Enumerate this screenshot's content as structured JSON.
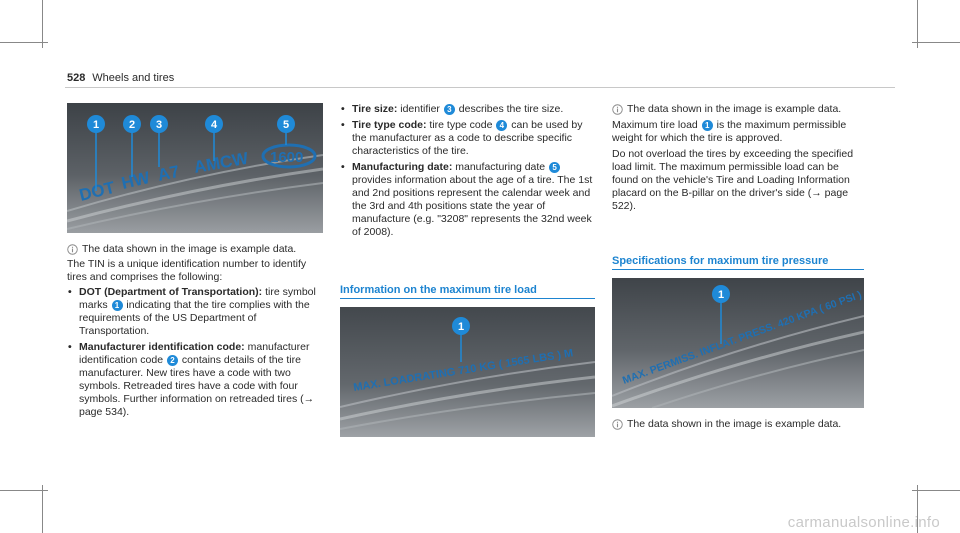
{
  "header": {
    "page_number": "528",
    "title": "Wheels and tires"
  },
  "left": {
    "note": "The data shown in the image is example data.",
    "intro": "The TIN is a unique identification number to identify tires and comprises the following:",
    "bullets": [
      {
        "term": "DOT (Department of Transportation):",
        "pre": " tire symbol marks ",
        "badge": "1",
        "post": " indicating that the tire complies with the requirements of the US Department of Transportation."
      },
      {
        "term": "Manufacturer identification code:",
        "pre": " manufacturer identification code ",
        "badge": "2",
        "post": " contains details of the tire manufacturer. New tires have a code with two symbols. Retreaded tires have a code with four symbols. Further information on retreaded tires (→ page 534)."
      }
    ],
    "tire_text": [
      "DOT",
      "HW",
      "A7",
      "AMCW",
      "1600"
    ],
    "tire_badges": [
      "1",
      "2",
      "3",
      "4",
      "5"
    ]
  },
  "middle": {
    "bullets": [
      {
        "term": "Tire size:",
        "pre": " identifier ",
        "badge": "3",
        "post": " describes the tire size."
      },
      {
        "term": "Tire type code:",
        "pre": " tire type code ",
        "badge": "4",
        "post": " can be used by the manufacturer as a code to describe specific characteristics of the tire."
      },
      {
        "term": "Manufacturing date:",
        "pre": " manufacturing date ",
        "badge": "5",
        "post": " provides information about the age of a tire. The 1st and 2nd positions represent the calendar week and the 3rd and 4th positions state the year of manufacture (e.g. \"3208\" represents the 32nd week of 2008)."
      }
    ],
    "section_title": "Information on the maximum tire load",
    "tire_text": "MAX. LOADRATING 710 KG ( 1565 LBS ) M",
    "tire_badge": "1"
  },
  "right": {
    "note": "The data shown in the image is example data.",
    "para1_pre": "Maximum tire load ",
    "para1_badge": "1",
    "para1_post": " is the maximum permissible weight for which the tire is approved.",
    "para2": "Do not overload the tires by exceeding the specified load limit. The maximum permissible load can be found on the vehicle's Tire and Loading Information placard on the B-pillar on the driver's side (→ page 522).",
    "section_title": "Specifications for maximum tire pressure",
    "tire_text": "MAX. PERMISS. INFLAT. PRESS. 420 KPA ( 60 PSI )",
    "tire_badge": "1",
    "note2": "The data shown in the image is example data."
  },
  "watermark": "carmanualsonline.info",
  "colors": {
    "accent": "#1d84d0",
    "badge": "#1f8ad8",
    "tire": "#5a5f64"
  }
}
